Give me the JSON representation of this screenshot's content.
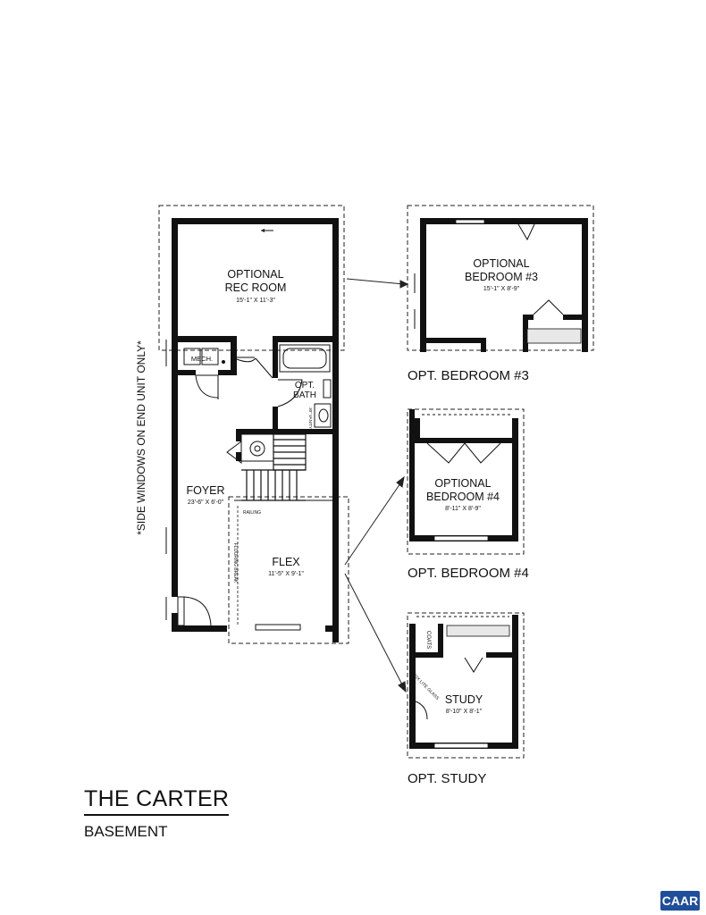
{
  "plan": {
    "title": "THE CARTER",
    "subtitle": "BASEMENT",
    "side_note": "*SIDE WINDOWS ON END UNIT ONLY*",
    "rooms": {
      "rec_room": {
        "name_line1": "OPTIONAL",
        "name_line2": "REC ROOM",
        "dims": "15'-1\" X 11'-3\""
      },
      "mech": {
        "name": "MECH."
      },
      "opt_bath": {
        "name_line1": "OPT.",
        "name_line2": "BATH",
        "vanity": "30\" VANITY"
      },
      "foyer": {
        "name": "FOYER",
        "dims": "23'-6\" X 6'-0\""
      },
      "railing": {
        "name": "RAILING"
      },
      "flooring_break": {
        "name": "FLOORING BREAK"
      },
      "flex": {
        "name": "FLEX",
        "dims": "11'-5\" X 9'-1\""
      }
    },
    "options": {
      "bedroom3": {
        "name_line1": "OPTIONAL",
        "name_line2": "BEDROOM #3",
        "dims": "15'-1\" X 8'-9\"",
        "caption": "OPT. BEDROOM #3"
      },
      "bedroom4": {
        "name_line1": "OPTIONAL",
        "name_line2": "BEDROOM #4",
        "dims": "8'-11\" X 8'-9\"",
        "caption": "OPT. BEDROOM #4"
      },
      "study": {
        "name": "STUDY",
        "dims": "8'-10\" X 8'-1\"",
        "coats": "COATS",
        "glass": "FIX LITE GLASS",
        "caption": "OPT. STUDY"
      }
    }
  },
  "logo": {
    "text": "CAAR",
    "color": "#1f4e9b"
  }
}
